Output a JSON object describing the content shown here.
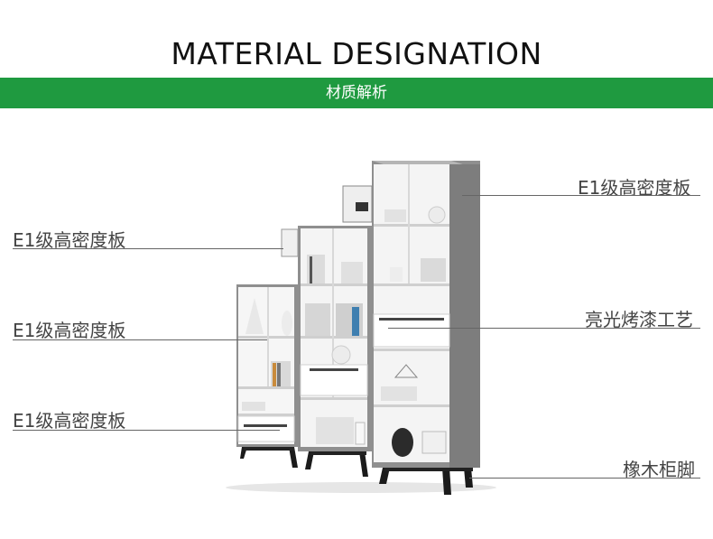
{
  "header": {
    "title": "MATERIAL DESIGNATION",
    "subtitle": "材质解析"
  },
  "labels": {
    "right_top": "E1级高密度板",
    "left_top": "E1级高密度板",
    "left_mid": "E1级高密度板",
    "right_mid": "亮光烤漆工艺",
    "left_bottom": "E1级高密度板",
    "right_bottom": "橡木柜脚"
  },
  "colors": {
    "accent_band": "#1f9a40",
    "cabinet_frame": "#8f8f8f",
    "cabinet_white": "#f4f4f4",
    "leg": "#1b1b1b"
  }
}
